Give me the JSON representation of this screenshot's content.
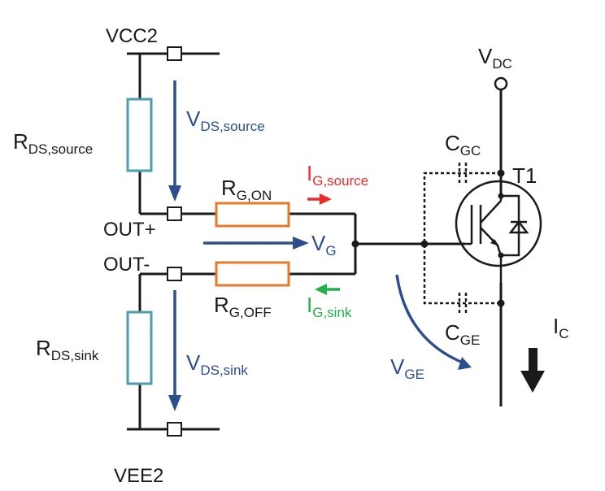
{
  "diagram": {
    "title": "Gate driver output stage driving IGBT T1",
    "nodes": {
      "vcc2": "VCC2",
      "vee2": "VEE2",
      "out_plus": "OUT+",
      "out_minus": "OUT-",
      "transistor": "T1"
    },
    "components": {
      "rds_source": {
        "main": "R",
        "sub": "DS,source"
      },
      "rds_sink": {
        "main": "R",
        "sub": "DS,sink"
      },
      "rg_on": {
        "main": "R",
        "sub": "G,ON"
      },
      "rg_off": {
        "main": "R",
        "sub": "G,OFF"
      },
      "cgc": {
        "main": "C",
        "sub": "GC"
      },
      "cge": {
        "main": "C",
        "sub": "GE"
      }
    },
    "quantities": {
      "vds_source": {
        "main": "V",
        "sub": "DS,source"
      },
      "vds_sink": {
        "main": "V",
        "sub": "DS,sink"
      },
      "vg": {
        "main": "V",
        "sub": "G"
      },
      "vge": {
        "main": "V",
        "sub": "GE"
      },
      "ig_source": {
        "main": "I",
        "sub": "G,source"
      },
      "ig_sink": {
        "main": "I",
        "sub": "G,sink"
      },
      "vdc": {
        "main": "V",
        "sub": "DC"
      },
      "ic": {
        "main": "I",
        "sub": "C"
      }
    },
    "colors": {
      "wire": "#1a1a1a",
      "rds_resistor": "#4a9fa8",
      "rg_resistor": "#e8772a",
      "voltage_arrow": "#2c4f8c",
      "source_current": "#ee2a2a",
      "sink_current": "#22b04a"
    }
  }
}
